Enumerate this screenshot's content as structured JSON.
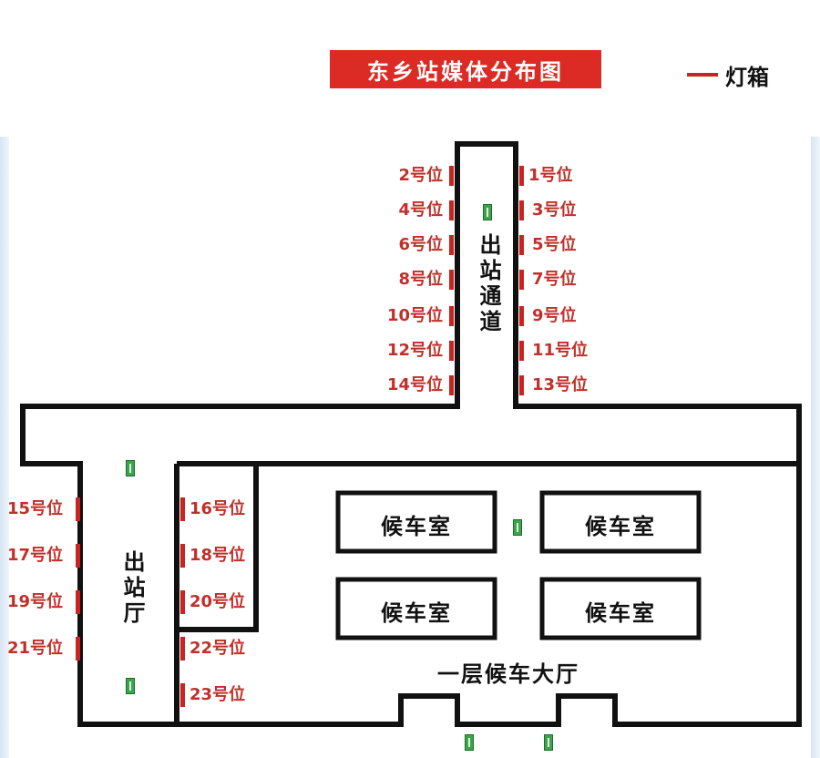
{
  "title": "东乡站媒体分布图",
  "legend": {
    "label": "灯箱",
    "color": "#c82520"
  },
  "colors": {
    "accent": "#dc2a24",
    "position_text": "#c0302a",
    "wall": "#111111",
    "door": "#3aa64a"
  },
  "areas": {
    "exit_passage": "出站通道",
    "exit_hall": "出站厅",
    "waiting_room": "候车室",
    "main_hall": "一层候车大厅"
  },
  "positions": [
    "1号位",
    "2号位",
    "3号位",
    "4号位",
    "5号位",
    "6号位",
    "7号位",
    "8号位",
    "9号位",
    "10号位",
    "11号位",
    "12号位",
    "13号位",
    "14号位",
    "15号位",
    "16号位",
    "17号位",
    "18号位",
    "19号位",
    "20号位",
    "21号位",
    "22号位",
    "23号位"
  ]
}
